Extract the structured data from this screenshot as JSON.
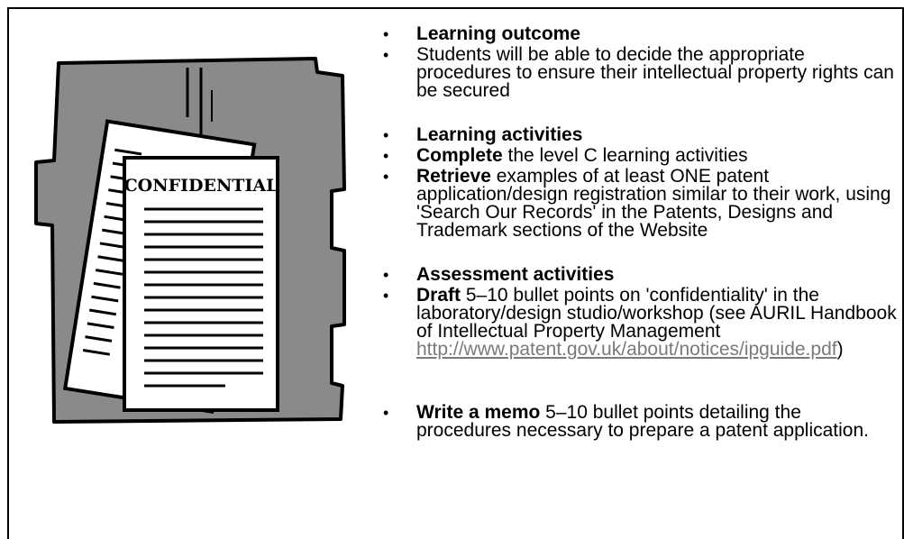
{
  "illustration": {
    "stamp_text": "CONFIDENTIAL"
  },
  "sections": [
    {
      "heading": "Learning outcome",
      "items": [
        {
          "bold": "",
          "text": "Students will be able to decide the appropriate procedures to ensure their intellectual property rights can be secured"
        }
      ]
    },
    {
      "heading": "Learning activities",
      "items": [
        {
          "bold": "Complete",
          "text": " the level C learning activities"
        },
        {
          "bold": "Retrieve",
          "text": " examples of at least ONE patent application/design registration similar to their work, using 'Search Our Records' in the Patents, Designs and Trademark sections of the Website"
        }
      ]
    },
    {
      "heading": "Assessment activities",
      "items": [
        {
          "bold": "Draft",
          "text": " 5–10 bullet points on 'confidentiality' in the laboratory/design studio/workshop (see  AURIL Handbook of Intellectual Property Management ",
          "link": "http://www.patent.gov.uk/about/notices/ipguide.pdf",
          "after": ")"
        },
        {
          "bold": "Write a memo",
          "text": " 5–10 bullet points detailing the procedures necessary to prepare a patent application."
        }
      ]
    }
  ],
  "bullet_glyph": "•"
}
